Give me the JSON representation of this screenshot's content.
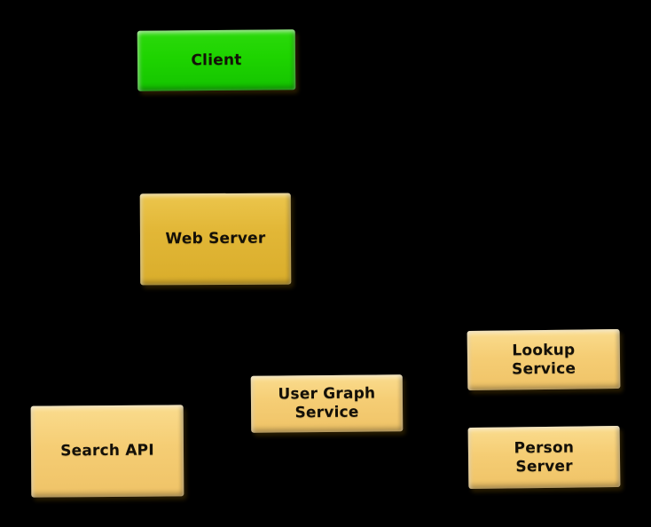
{
  "diagram": {
    "background_color": "#000000",
    "text_color": "#141008",
    "colors": {
      "client_green": "#1ed400",
      "web_server_gold": "#e2b737",
      "service_tan": "#f5cd74"
    },
    "nodes": [
      {
        "id": "client",
        "label": "Client",
        "fill": "#1ed400"
      },
      {
        "id": "web-server",
        "label": "Web Server",
        "fill": "#e2b737"
      },
      {
        "id": "search-api",
        "label": "Search API",
        "fill": "#f5cd74"
      },
      {
        "id": "user-graph-service",
        "label": "User Graph\nService",
        "fill": "#f5cd74"
      },
      {
        "id": "lookup-service",
        "label": "Lookup\nService",
        "fill": "#f5cd74"
      },
      {
        "id": "person-server",
        "label": "Person\nServer",
        "fill": "#f5cd74"
      }
    ],
    "connections": []
  }
}
